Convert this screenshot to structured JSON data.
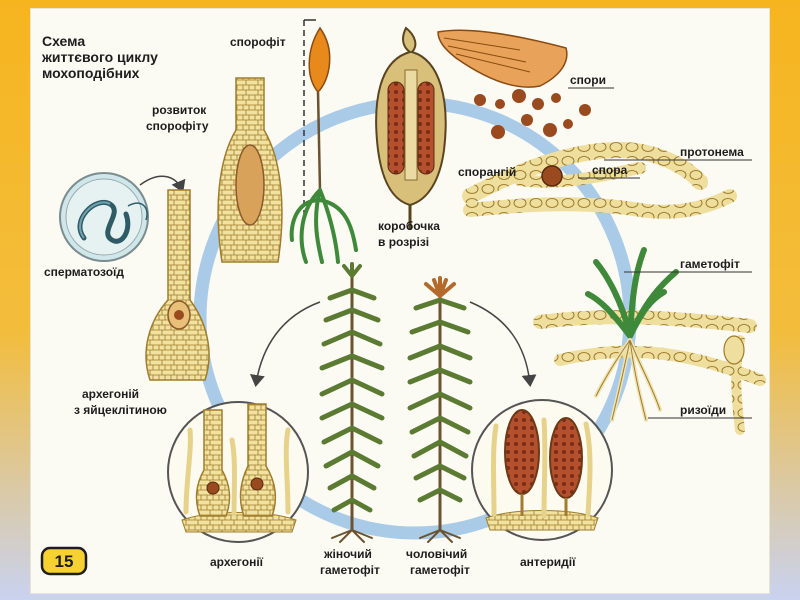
{
  "title": {
    "line1": "Схема",
    "line2": "життєвого циклу",
    "line3": "мохоподібних"
  },
  "labels": {
    "sporophyte": "спорофіт",
    "sporophyte_development_1": "розвиток",
    "sporophyte_development_2": "спорофіту",
    "capsule_section_1": "коробочка",
    "capsule_section_2": "в розрізі",
    "spores": "спори",
    "sporangium": "спорангій",
    "protonema": "протонема",
    "spore": "спора",
    "gametophyte": "гаметофіт",
    "rhizoids": "ризоїди",
    "spermatozoid": "сперматозоїд",
    "archegonium_egg_1": "архегоній",
    "archegonium_egg_2": "з яйцеклітиною",
    "archegonia": "архегонії",
    "female_gametophyte_1": "жіночий",
    "female_gametophyte_2": "гаметофіт",
    "male_gametophyte_1": "чоловічий",
    "male_gametophyte_2": "гаметофіт",
    "antheridia": "антеридії"
  },
  "page_badge": "15",
  "colors": {
    "cycle_ring": "#a9cbe8",
    "tissue_fill": "#f1e2a0",
    "tissue_stroke": "#a07c2c",
    "moss_green": "#3e8a3a",
    "moss_brown": "#6b5230",
    "spore_brown": "#9a4a1f",
    "capsule_flame": "#e8891c"
  }
}
